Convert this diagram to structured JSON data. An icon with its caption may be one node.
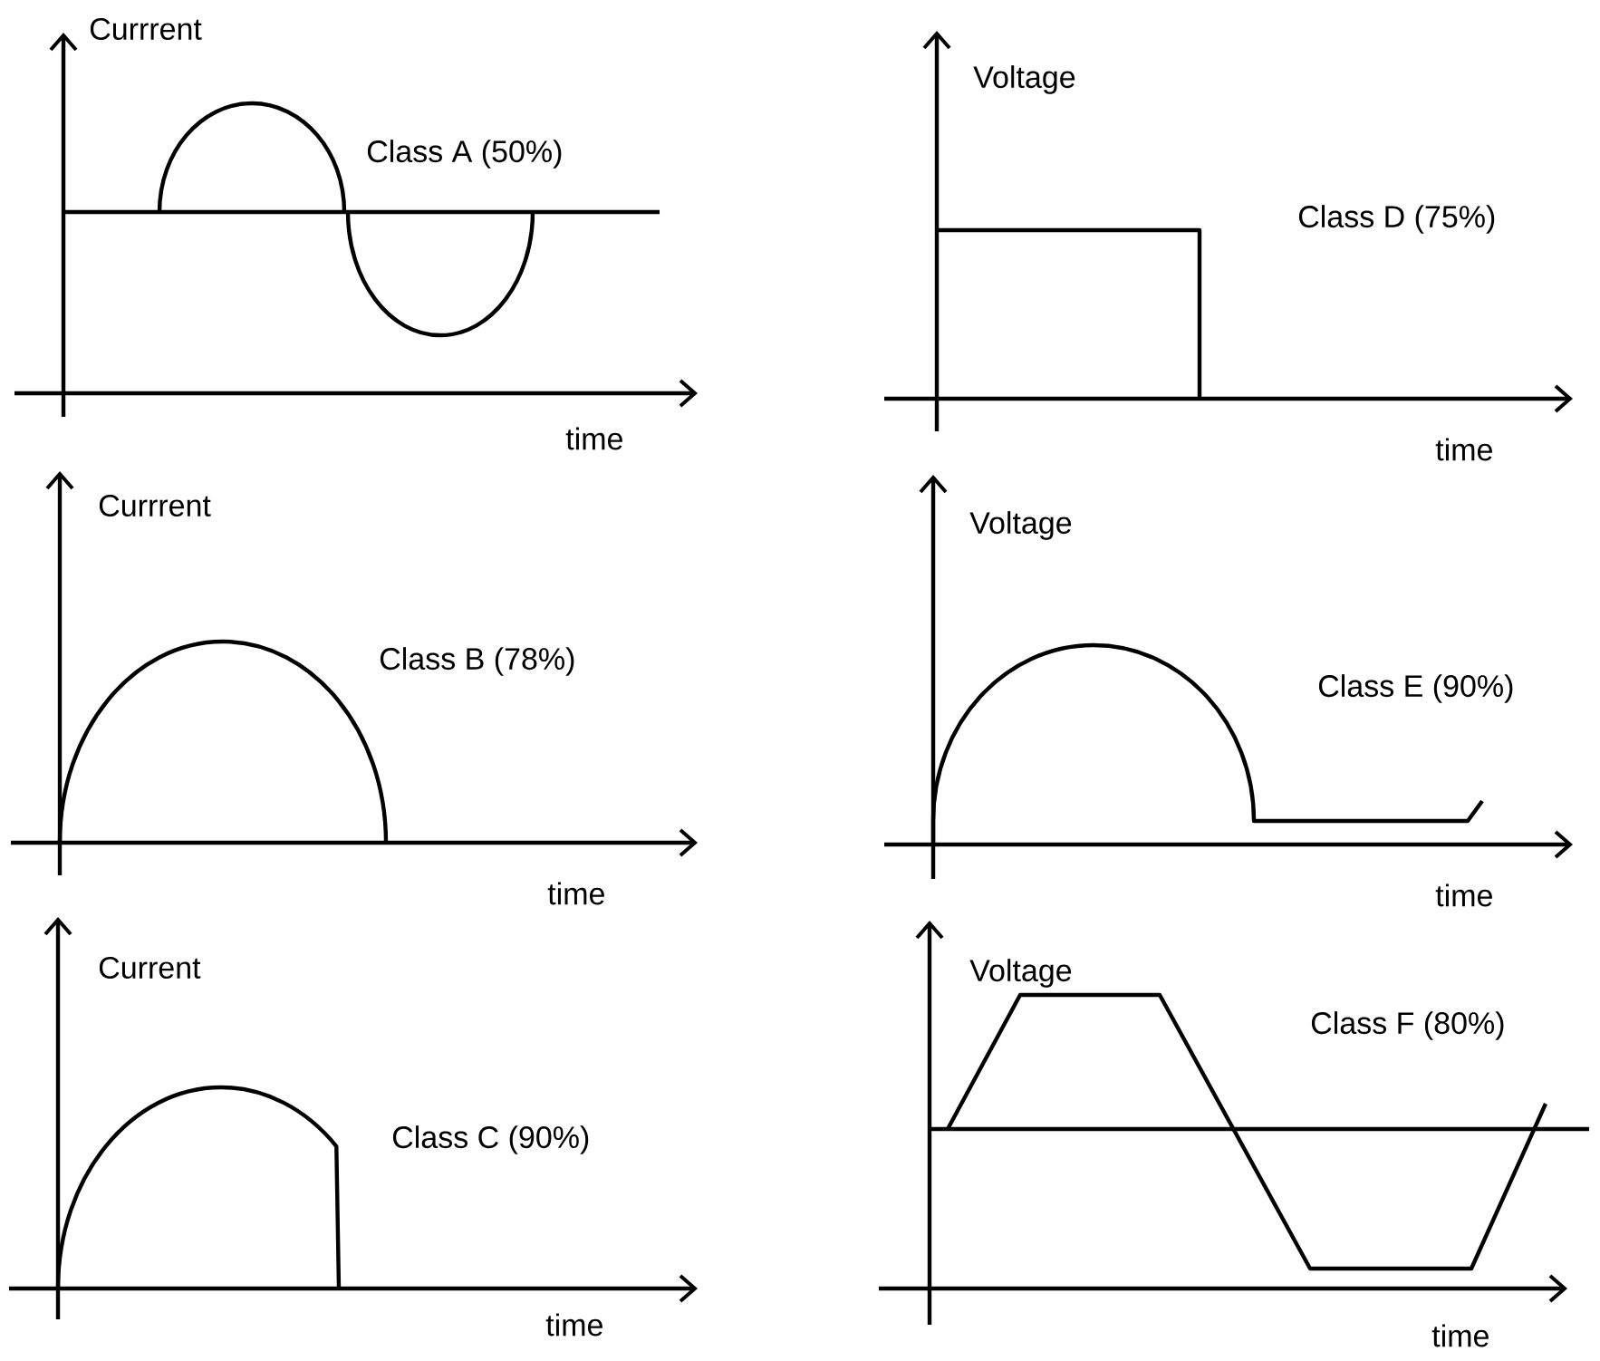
{
  "diagram": {
    "labels": [
      "Currrent",
      "Class A (50%)",
      "time",
      "Voltage",
      "Class D (75%)",
      "time",
      "Currrent",
      "Class B (78%)",
      "time",
      "Voltage",
      "Class E (90%)",
      "time",
      "Current",
      "Class C (90%)",
      "time",
      "Voltage",
      "Class F (80%)",
      "time"
    ]
  }
}
